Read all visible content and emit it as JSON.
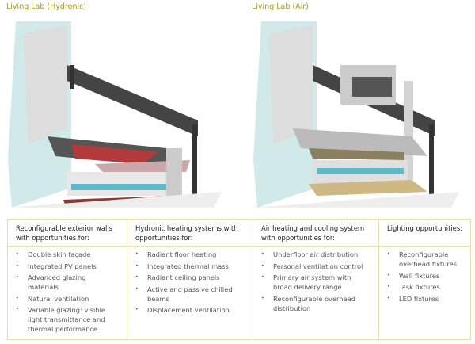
{
  "illustrations": [
    {
      "title": "Living Lab (Hydronic)"
    },
    {
      "title": "Living Lab (Air)"
    }
  ],
  "table": {
    "columns": [
      {
        "header": "Reconfigurable exterior walls with opportunities for:",
        "items": [
          "Double skin façade",
          "Integrated PV panels",
          "Advanced glazing materials",
          "Natural ventilation",
          "Variable glazing: visible light transmittance and thermal performance"
        ]
      },
      {
        "header": "Hydronic heating systems with opportunities for:",
        "items": [
          "Radiant floor heating",
          "Integrated thermal mass",
          "Radiant ceiling panels",
          "Active and passive chilled beams",
          "Displacement ventilation"
        ]
      },
      {
        "header": "Air heating and cooling system with opportunities for:",
        "items": [
          "Underfloor air distribution",
          "Personal ventilation control",
          "Primary air system with broad delivery range",
          "Reconfigurable overhead distribution"
        ]
      },
      {
        "header": "Lighting opportunities:",
        "items": [
          "Reconfigurable overhead fixtures",
          "Wall fixtures",
          "Task fixtures",
          "LED fixtures"
        ]
      }
    ]
  }
}
